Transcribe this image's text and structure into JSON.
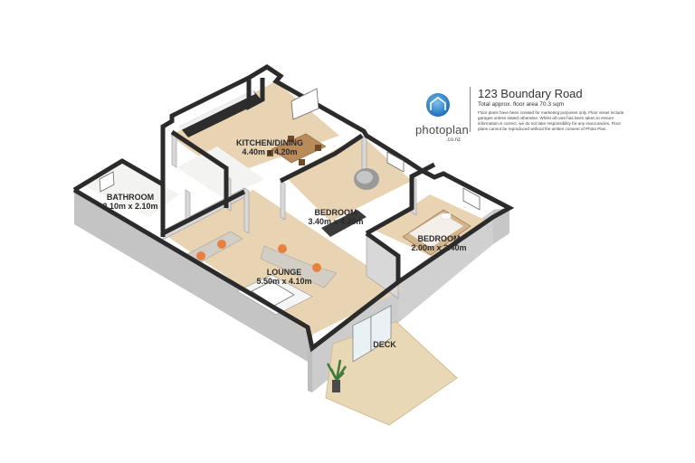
{
  "header": {
    "address": "123 Boundary Road",
    "floor_area": "Total approx. floor area 70.3 sqm",
    "disclaimer": "Floor plans have been created for marketing purposes only. Floor areas include garages unless stated otherwise. Whilst all care has been taken to ensure information is correct, we do not take responsibility for any inaccuracies. Floor plans cannot be reproduced without the written consent of Photo Plan."
  },
  "brand": {
    "name": "photoplan",
    "domain": ".co.nz",
    "logo_icon": "house-drop-logo-icon"
  },
  "rooms": [
    {
      "id": "kitchen",
      "name": "KITCHEN/DINING",
      "size": "4.40m x 4.20m"
    },
    {
      "id": "bathroom",
      "name": "BATHROOM",
      "size": "2.10m x 2.10m"
    },
    {
      "id": "bedroom-1",
      "name": "BEDROOM",
      "size": "3.40m x 4.20m"
    },
    {
      "id": "bedroom-2",
      "name": "BEDROOM",
      "size": "2.00m x 3.40m"
    },
    {
      "id": "lounge",
      "name": "LOUNGE",
      "size": "5.50m x 4.10m"
    },
    {
      "id": "deck",
      "name": "DECK",
      "size": ""
    }
  ],
  "colors": {
    "wall_top": "#2b2b2b",
    "wall_face": "#cfcfcf",
    "wall_face_dark": "#b9b9b9",
    "floor": "#e8d3b3",
    "floor_tile": "#f3f3f1",
    "deck": "#e9d8b6",
    "logo_blue": "#1f78c8"
  }
}
